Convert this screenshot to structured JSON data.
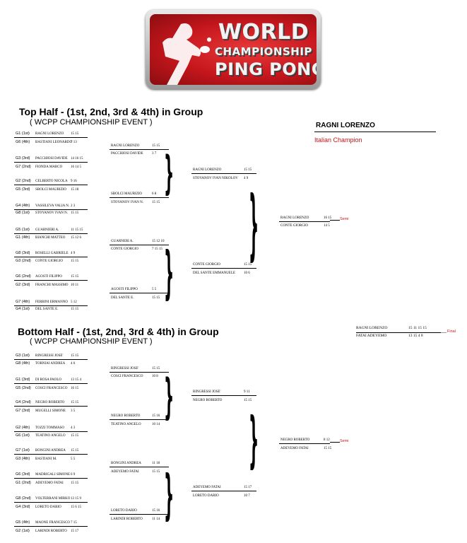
{
  "logo": {
    "line1": "WORLD",
    "line2": "CHAMPIONSHIP OF",
    "line3": "PING PONG"
  },
  "top": {
    "title": "Top Half - (1st, 2nd, 3rd & 4th) in Group",
    "subtitle": "( WCPP  CHAMPIONSHIP  EVENT )",
    "champion": "RAGNI LORENZO",
    "champion_sub": "Italian Champion",
    "r1": [
      {
        "g": "G1 (1st)",
        "n": "RAGNI LORENZO",
        "s": "15  15"
      },
      {
        "g": "G6 (4th)",
        "n": "BASTIANI LEONARDO",
        "s": "7  13"
      },
      {
        "g": "G3 (3rd)",
        "n": "PACCHIOSI DAVIDE",
        "s": "14  16  15"
      },
      {
        "g": "G7 (2nd)",
        "n": "FIONDA MARCO",
        "s": "16  14  5"
      },
      {
        "g": "G2 (2nd)",
        "n": "CELBERTO NICOLA",
        "s": "9  16"
      },
      {
        "g": "G5 (3rd)",
        "n": "SBOLCI MAURIZIO",
        "s": "15  18"
      },
      {
        "g": "G4 (4th)",
        "n": "VASSILEVA VALIA N.",
        "s": "2  3"
      },
      {
        "g": "G8 (1st)",
        "n": "STOYANOV IVAN N.",
        "s": "15  15"
      },
      {
        "g": "G5 (1st)",
        "n": "GUARNIERI A.",
        "s": "11  15  15"
      },
      {
        "g": "G1 (4th)",
        "n": "BIANCHI MATTEO",
        "s": "15  12  6"
      },
      {
        "g": "G8 (3rd)",
        "n": "ROSELLI GABRIELE",
        "s": "4  9"
      },
      {
        "g": "G3 (2nd)",
        "n": "CONTE GIORGIO",
        "s": "15  15"
      },
      {
        "g": "G6 (2nd)",
        "n": "AGOSTI FILIPPO",
        "s": "15  15"
      },
      {
        "g": "G2 (3rd)",
        "n": "FRANCHI MASSIMO",
        "s": "10  11"
      },
      {
        "g": "G7 (4th)",
        "n": "FERRINI ERMANNO",
        "s": "5  12"
      },
      {
        "g": "G4 (1st)",
        "n": "DEL SANTE E.",
        "s": "15  15"
      }
    ],
    "r2": [
      {
        "n": "RAGNI LORENZO",
        "s": "15  15"
      },
      {
        "n": "PACCHIOSI DAVIDE",
        "s": "3  7"
      },
      {
        "n": "SBOLCI MAURIZIO",
        "s": "6  8"
      },
      {
        "n": "STOYANOV IVAN N.",
        "s": "15  15"
      },
      {
        "n": "GUARNERI A.",
        "s": "15  12  10"
      },
      {
        "n": "CONTE GIORGIO",
        "s": "7  15  15"
      },
      {
        "n": "AGOSTI FILIPPO",
        "s": "5  5"
      },
      {
        "n": "DEL SANTE E.",
        "s": "15  15"
      }
    ],
    "r3": [
      {
        "n": "RAGNI LORENZO",
        "s": "15  15"
      },
      {
        "n": "STOYANOV IVAN NIKOLOV",
        "s": "4  9"
      },
      {
        "n": "CONTE GIORGIO",
        "s": "15  15"
      },
      {
        "n": "DEL SANTE EMMANUELE",
        "s": "10  6"
      }
    ],
    "r4": [
      {
        "n": "RAGNI LORENZO",
        "s": "16  15"
      },
      {
        "n": "CONTE GIORGIO",
        "s": "14  5"
      }
    ],
    "semi": "Semi"
  },
  "final": {
    "rows": [
      {
        "n": "RAGNI LORENZO",
        "s": "15  11  15  15"
      },
      {
        "n": "FATAI ADEYEMO",
        "s": "13  15  4  8"
      }
    ],
    "label": "Final"
  },
  "bottom": {
    "title": "Bottom Half - (1st, 2nd, 3rd & 4th) in Group",
    "subtitle": "( WCPP  CHAMPIONSHIP  EVENT )",
    "r1": [
      {
        "g": "G3 (1st)",
        "n": "RINGRESSI JOSE'",
        "s": "15  15"
      },
      {
        "g": "G8 (4th)",
        "n": "TORNIAI ANDREA",
        "s": "4  6"
      },
      {
        "g": "G1 (3rd)",
        "n": "DI ROSA PAOLO",
        "s": "13  15  4"
      },
      {
        "g": "G5 (2nd)",
        "n": "COSCI FRANCESCO",
        "s": "16  15"
      },
      {
        "g": "G4 (2nd)",
        "n": "NEGRO ROBERTO",
        "s": "15  15"
      },
      {
        "g": "G7 (3rd)",
        "n": "MUGELLI SIMONE",
        "s": "3  5"
      },
      {
        "g": "G2 (4th)",
        "n": "TOZZI TOMMASO",
        "s": "4  3"
      },
      {
        "g": "G6 (1st)",
        "n": "TEATINO ANGELO",
        "s": "15  15"
      },
      {
        "g": "G7 (1st)",
        "n": "BONGINI ANDREA",
        "s": "15  15"
      },
      {
        "g": "G3 (4th)",
        "n": "BASTIANI M.",
        "s": "5  5"
      },
      {
        "g": "G6 (3rd)",
        "n": "MADRIGALI SIMONE",
        "s": "6  9"
      },
      {
        "g": "G1 (2nd)",
        "n": "ADEYEMO FATAI",
        "s": "15  15"
      },
      {
        "g": "G8 (2nd)",
        "n": "VOLTERRANI MIRKO",
        "s": "13  15  9"
      },
      {
        "g": "G4 (3rd)",
        "n": "LORETO DARIO",
        "s": "15  6  15"
      },
      {
        "g": "G5 (4th)",
        "n": "MAONE FRANCESCO",
        "s": "7  15"
      },
      {
        "g": "G2 (1st)",
        "n": "LARINDI ROBERTO",
        "s": "15  17"
      }
    ],
    "r2": [
      {
        "n": "RINGRESSI JOSE'",
        "s": "15  15"
      },
      {
        "n": "COSCI FRANCESCO",
        "s": "10  8"
      },
      {
        "n": "NEGRO ROBERTO",
        "s": "15  16"
      },
      {
        "n": "TEATINO ANGELO",
        "s": "10  14"
      },
      {
        "n": "BONGINI ANDREA",
        "s": "11  18"
      },
      {
        "n": "ADEYEMO FATAI",
        "s": "15  15"
      },
      {
        "n": "LORETO DARIO",
        "s": "15  16"
      },
      {
        "n": "LARINDI ROBERTO",
        "s": "11  14"
      }
    ],
    "r3": [
      {
        "n": "RINGRESSI JOSE'",
        "s": "9  11"
      },
      {
        "n": "NEGRO ROBERTO",
        "s": "15  15"
      },
      {
        "n": "ADEYEMO FATAI",
        "s": "15  17"
      },
      {
        "n": "LORETO DARIO",
        "s": "10  7"
      }
    ],
    "r4": [
      {
        "n": "NEGRO ROBERTO",
        "s": "8  12"
      },
      {
        "n": "ADEYEMO FATAI",
        "s": "15  15"
      }
    ],
    "semi": "Semi"
  }
}
